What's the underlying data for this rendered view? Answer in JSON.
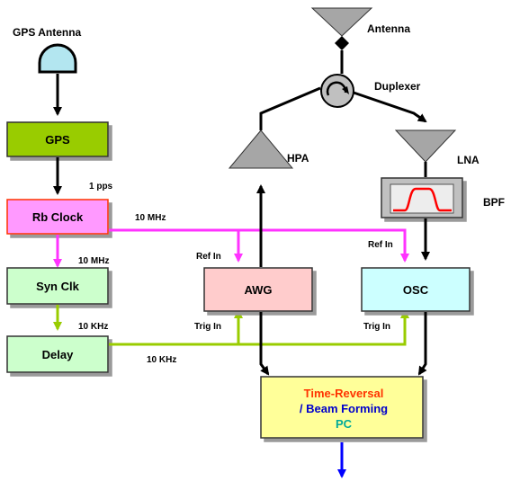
{
  "labels": {
    "gps_antenna": "GPS Antenna",
    "antenna": "Antenna",
    "duplexer": "Duplexer",
    "hpa": "HPA",
    "lna": "LNA",
    "bpf": "BPF",
    "one_pps": "1 pps",
    "ten_mhz_main": "10 MHz",
    "ten_mhz_syn": "10 MHz",
    "ref_in_awg": "Ref In",
    "ref_in_osc": "Ref In",
    "ten_khz_delay": "10 KHz",
    "ten_khz_bus": "10 KHz",
    "trig_in_awg": "Trig In",
    "trig_in_osc": "Trig In"
  },
  "blocks": {
    "gps": "GPS",
    "rb_clock": "Rb Clock",
    "syn_clk": "Syn Clk",
    "delay": "Delay",
    "awg": "AWG",
    "osc": "OSC",
    "pc_line1": "Time-Reversal",
    "pc_line2": "/ Beam Forming",
    "pc_line3": "PC"
  },
  "colors": {
    "gps_fill": "#99CC00",
    "rb_fill": "#FF99FF",
    "rb_border": "#FF3300",
    "syn_fill": "#CCFFCC",
    "delay_fill": "#CCFFCC",
    "awg_fill": "#FFCCCC",
    "osc_fill": "#CCFFFF",
    "pc_fill": "#FFFF99",
    "ref_line": "#FF33FF",
    "trig_line": "#99CC00",
    "pc_text1": "#FF3300",
    "pc_text2": "#0000CC",
    "pc_text3": "#00AA99",
    "output_arrow": "#0000FF",
    "bpf_curve": "#FF0000",
    "dome_fill": "#B3E6F0",
    "amp_fill": "#A6A6A6"
  }
}
